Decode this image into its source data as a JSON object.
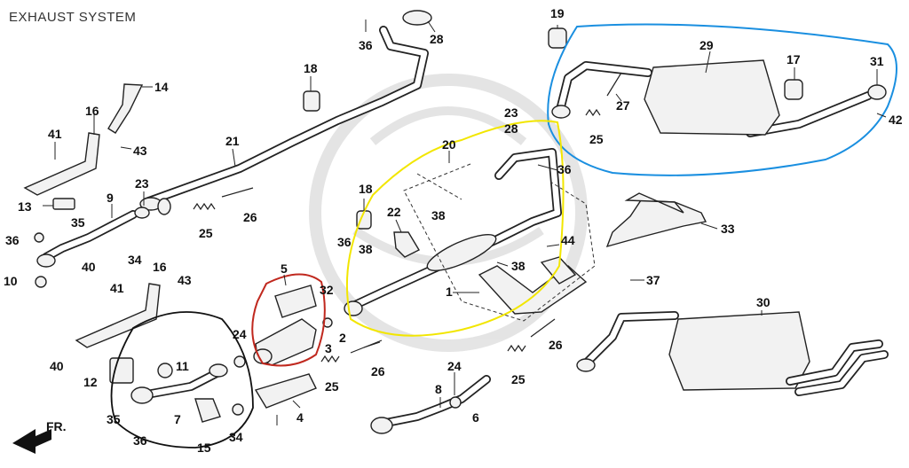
{
  "title": "EXHAUST SYSTEM",
  "direction_label": "FR.",
  "callouts": [
    {
      "id": "c19",
      "text": "19"
    },
    {
      "id": "c36a",
      "text": "36"
    },
    {
      "id": "c28a",
      "text": "28"
    },
    {
      "id": "c29",
      "text": "29"
    },
    {
      "id": "c17",
      "text": "17"
    },
    {
      "id": "c31",
      "text": "31"
    },
    {
      "id": "c18a",
      "text": "18"
    },
    {
      "id": "c14",
      "text": "14"
    },
    {
      "id": "c27",
      "text": "27"
    },
    {
      "id": "c42",
      "text": "42"
    },
    {
      "id": "c16a",
      "text": "16"
    },
    {
      "id": "c41a",
      "text": "41"
    },
    {
      "id": "c43a",
      "text": "43"
    },
    {
      "id": "c21",
      "text": "21"
    },
    {
      "id": "c23a",
      "text": "23"
    },
    {
      "id": "c28b",
      "text": "28"
    },
    {
      "id": "c25a",
      "text": "25"
    },
    {
      "id": "c20",
      "text": "20"
    },
    {
      "id": "c36b",
      "text": "36"
    },
    {
      "id": "c13",
      "text": "13"
    },
    {
      "id": "c35a",
      "text": "35"
    },
    {
      "id": "c9",
      "text": "9"
    },
    {
      "id": "c23b",
      "text": "23"
    },
    {
      "id": "c18b",
      "text": "18"
    },
    {
      "id": "c22",
      "text": "22"
    },
    {
      "id": "c38a",
      "text": "38"
    },
    {
      "id": "c33",
      "text": "33"
    },
    {
      "id": "c36c",
      "text": "36"
    },
    {
      "id": "c25b",
      "text": "25"
    },
    {
      "id": "c26a",
      "text": "26"
    },
    {
      "id": "c36d",
      "text": "36"
    },
    {
      "id": "c38b",
      "text": "38"
    },
    {
      "id": "c44",
      "text": "44"
    },
    {
      "id": "c34a",
      "text": "34"
    },
    {
      "id": "c40a",
      "text": "40"
    },
    {
      "id": "c16b",
      "text": "16"
    },
    {
      "id": "c5",
      "text": "5"
    },
    {
      "id": "c38c",
      "text": "38"
    },
    {
      "id": "c10",
      "text": "10"
    },
    {
      "id": "c43b",
      "text": "43"
    },
    {
      "id": "c41b",
      "text": "41"
    },
    {
      "id": "c32",
      "text": "32"
    },
    {
      "id": "c1",
      "text": "1"
    },
    {
      "id": "c37",
      "text": "37"
    },
    {
      "id": "c30",
      "text": "30"
    },
    {
      "id": "c3",
      "text": "3"
    },
    {
      "id": "c2",
      "text": "2"
    },
    {
      "id": "c24a",
      "text": "24"
    },
    {
      "id": "c26b",
      "text": "26"
    },
    {
      "id": "c40b",
      "text": "40"
    },
    {
      "id": "c11",
      "text": "11"
    },
    {
      "id": "c12",
      "text": "12"
    },
    {
      "id": "c26c",
      "text": "26"
    },
    {
      "id": "c24b",
      "text": "24"
    },
    {
      "id": "c25c",
      "text": "25"
    },
    {
      "id": "c25d",
      "text": "25"
    },
    {
      "id": "c35b",
      "text": "35"
    },
    {
      "id": "c7",
      "text": "7"
    },
    {
      "id": "c8",
      "text": "8"
    },
    {
      "id": "c6",
      "text": "6"
    },
    {
      "id": "c4",
      "text": "4"
    },
    {
      "id": "c36e",
      "text": "36"
    },
    {
      "id": "c15",
      "text": "15"
    },
    {
      "id": "c34b",
      "text": "34"
    }
  ],
  "annotation_colors": {
    "blue_circle": "#1a8fe0",
    "yellow_circle": "#f2e600",
    "red_circle": "#c0281e",
    "black_circle": "#111111"
  }
}
